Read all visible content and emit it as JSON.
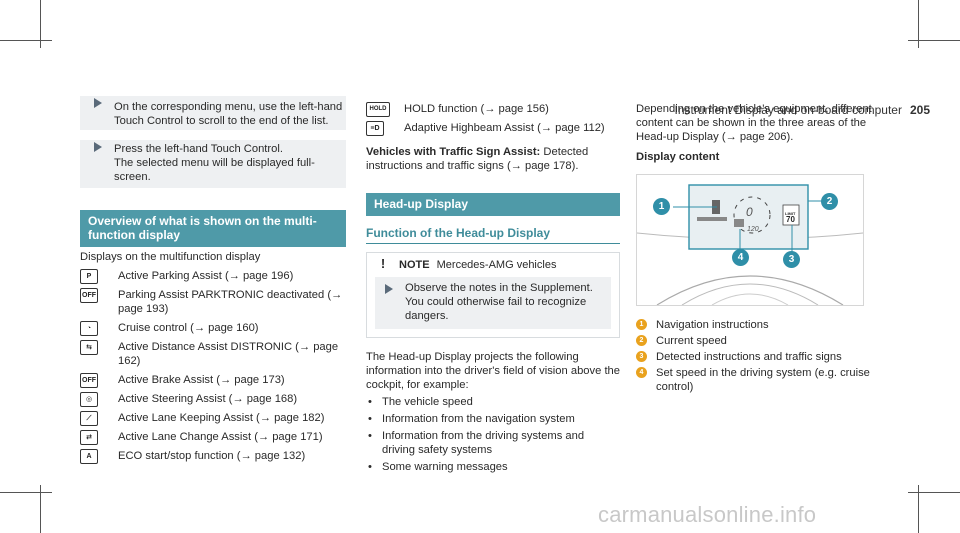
{
  "header": {
    "title": "Instrument Display and on-board computer",
    "page_number": "205"
  },
  "col1": {
    "steps": [
      {
        "text": "On the corresponding menu, use the left-hand Touch Control to scroll to the end of the list."
      },
      {
        "text": "Press the left-hand Touch Control.",
        "result": "The selected menu will be displayed full-screen."
      }
    ],
    "overview_heading": "Overview of what is shown on the multi-function display",
    "intro": "Displays on the multifunction display",
    "items": [
      {
        "icon": "P",
        "text": "Active Parking Assist (→ page 196)"
      },
      {
        "icon": "OFF",
        "text": "Parking Assist PARKTRONIC deactivated (→ page 193)"
      },
      {
        "icon": "◔",
        "text": "Cruise control (→ page 160)"
      },
      {
        "icon": "⇆",
        "text": "Active Distance Assist DISTRONIC (→ page 162)"
      },
      {
        "icon": "OFF",
        "text": "Active Brake Assist (→ page 173)"
      },
      {
        "icon": "◎",
        "text": "Active Steering Assist (→ page 168)"
      },
      {
        "icon": "⟋",
        "text": "Active Lane Keeping Assist (→ page 182)"
      },
      {
        "icon": "⇄",
        "text": "Active Lane Change Assist (→ page 171)"
      },
      {
        "icon": "A",
        "text": "ECO start/stop function (→ page 132)"
      }
    ]
  },
  "col2": {
    "items": [
      {
        "icon": "HOLD",
        "text": "HOLD function (→ page 156)"
      },
      {
        "icon": "≡D",
        "text": "Adaptive Highbeam Assist (→ page 112)"
      }
    ],
    "traffic_sign_label": "Vehicles with Traffic Sign Assist:",
    "traffic_sign_text": "Detected instructions and traffic signs (→ page 178).",
    "hud_heading": "Head-up Display",
    "function_heading": "Function of the Head-up Display",
    "note_label": "NOTE",
    "note_title": "Mercedes-AMG vehicles",
    "note_text": "Observe the notes in the Supplement. You could otherwise fail to recognize dangers.",
    "hud_intro": "The Head-up Display projects the following information into the driver's field of vision above the cockpit, for example:",
    "bullets": [
      "The vehicle speed",
      "Information from the navigation system",
      "Information from the driving systems and driving safety systems",
      "Some warning messages"
    ]
  },
  "col3": {
    "intro": "Depending on the vehicle's equipment, different content can be shown in the three areas of the Head-up Display (→ page 206).",
    "display_content_heading": "Display content",
    "figure": {
      "speed_value": "0",
      "set_speed": "120",
      "sign_top": "LIMIT",
      "sign_value": "70",
      "callouts": [
        "1",
        "2",
        "4",
        "3"
      ]
    },
    "legend": [
      {
        "num": "1",
        "text": "Navigation instructions"
      },
      {
        "num": "2",
        "text": "Current speed"
      },
      {
        "num": "3",
        "text": "Detected instructions and traffic signs"
      },
      {
        "num": "4",
        "text": "Set speed in the driving system (e.g. cruise control)"
      }
    ]
  },
  "watermark": "carmanualsonline.info",
  "colors": {
    "accent": "#4f9aa8",
    "callout": "#2f8fa8",
    "legend_num": "#e9a21e"
  }
}
